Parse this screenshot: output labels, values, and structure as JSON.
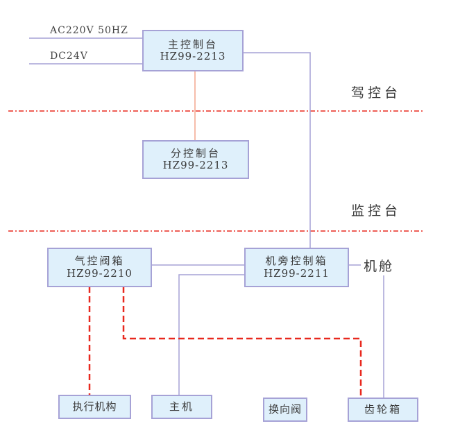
{
  "colors": {
    "box_fill": "#dff0fb",
    "box_border": "#a6a2d6",
    "connector": "#a6a2d6",
    "sub_connector": "#f2a68e",
    "pneumatic_line": "#e8281e",
    "zone_divider": "#e8281e",
    "text": "#3a3a3a"
  },
  "power_inputs": [
    {
      "label": "AC220V  50HZ"
    },
    {
      "label": "DC24V"
    }
  ],
  "zones": {
    "bridge": "驾控台",
    "monitor": "监控台",
    "engine_room": "机舱"
  },
  "nodes": {
    "main_console": {
      "name": "主控制台",
      "model": "HZ99-2213"
    },
    "sub_console": {
      "name": "分控制台",
      "model": "HZ99-2213"
    },
    "pneumatic_valve_box": {
      "name": "气控阀箱",
      "model": "HZ99-2210"
    },
    "local_control_box": {
      "name": "机旁控制箱",
      "model": "HZ99-2211"
    },
    "actuator": {
      "name": "执行机构"
    },
    "main_engine": {
      "name": "主机"
    },
    "reversing_valve": {
      "name": "换向阀"
    },
    "gearbox": {
      "name": "齿轮箱"
    }
  },
  "edges": [
    {
      "from": "power_inputs.0",
      "to": "main_console",
      "style": "solid"
    },
    {
      "from": "power_inputs.1",
      "to": "main_console",
      "style": "solid"
    },
    {
      "from": "main_console",
      "to": "sub_console",
      "style": "solid-salmon"
    },
    {
      "from": "main_console",
      "to": "local_control_box",
      "style": "solid"
    },
    {
      "from": "pneumatic_valve_box",
      "to": "local_control_box",
      "style": "solid"
    },
    {
      "from": "local_control_box",
      "to": "main_engine",
      "style": "solid"
    },
    {
      "from": "local_control_box",
      "to": "engine_room",
      "style": "solid"
    },
    {
      "from": "engine_room",
      "to": "gearbox",
      "style": "solid"
    },
    {
      "from": "pneumatic_valve_box",
      "to": "actuator",
      "style": "dashed-red"
    },
    {
      "from": "pneumatic_valve_box",
      "to": "gearbox",
      "style": "dashed-red"
    }
  ]
}
